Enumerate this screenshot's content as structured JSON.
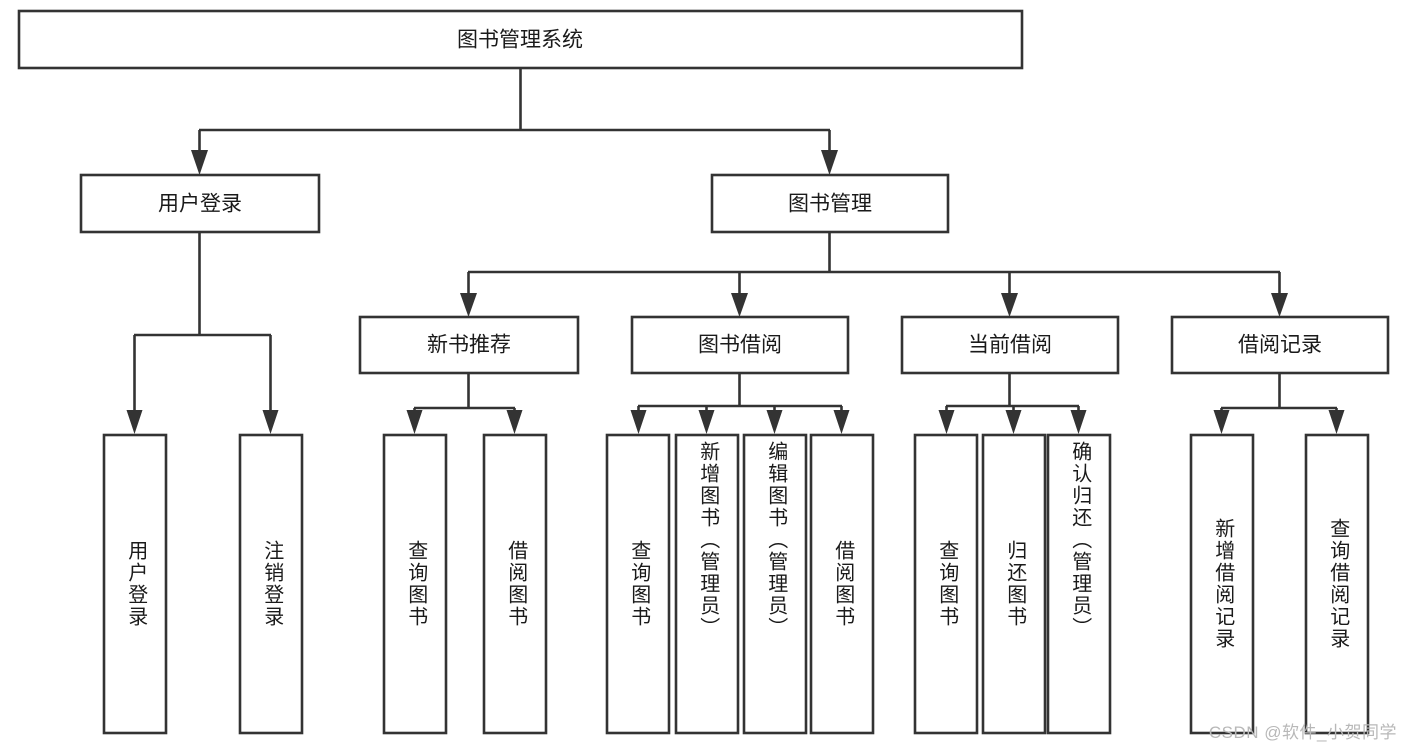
{
  "diagram": {
    "title": "图书管理系统",
    "type": "tree-hierarchy-diagram",
    "watermark": "CSDN @软件_小贺同学",
    "colors": {
      "background": "#ffffff",
      "box_fill": "#ffffff",
      "box_stroke": "#333333",
      "text": "#1a1a1a",
      "connector": "#333333",
      "watermark": "#b8b8b8"
    },
    "nodes": {
      "root": {
        "label": "图书管理系统",
        "level": 1,
        "orientation": "horizontal"
      },
      "l2": [
        {
          "id": "user-login",
          "label": "用户登录",
          "level": 2,
          "orientation": "horizontal"
        },
        {
          "id": "book-manage",
          "label": "图书管理",
          "level": 2,
          "orientation": "horizontal"
        }
      ],
      "l3": [
        {
          "id": "new-book-recommend",
          "label": "新书推荐",
          "level": 3,
          "orientation": "horizontal",
          "parent": "book-manage"
        },
        {
          "id": "book-borrow",
          "label": "图书借阅",
          "level": 3,
          "orientation": "horizontal",
          "parent": "book-manage"
        },
        {
          "id": "current-borrow",
          "label": "当前借阅",
          "level": 3,
          "orientation": "horizontal",
          "parent": "book-manage"
        },
        {
          "id": "borrow-record",
          "label": "借阅记录",
          "level": 3,
          "orientation": "horizontal",
          "parent": "book-manage"
        }
      ],
      "leaves": [
        {
          "id": "leaf-user-login",
          "label": "用户登录",
          "parent": "user-login"
        },
        {
          "id": "leaf-logout-login",
          "label": "注销登录",
          "parent": "user-login"
        },
        {
          "id": "leaf-query-book-1",
          "label": "查询图书",
          "parent": "new-book-recommend"
        },
        {
          "id": "leaf-borrow-book-1",
          "label": "借阅图书",
          "parent": "new-book-recommend"
        },
        {
          "id": "leaf-query-book-2",
          "label": "查询图书",
          "parent": "book-borrow"
        },
        {
          "id": "leaf-add-book",
          "label": "新增图书（管理员）",
          "parent": "book-borrow"
        },
        {
          "id": "leaf-edit-book",
          "label": "编辑图书（管理员）",
          "parent": "book-borrow"
        },
        {
          "id": "leaf-borrow-book-2",
          "label": "借阅图书",
          "parent": "book-borrow"
        },
        {
          "id": "leaf-query-book-3",
          "label": "查询图书",
          "parent": "current-borrow"
        },
        {
          "id": "leaf-return-book",
          "label": "归还图书",
          "parent": "current-borrow"
        },
        {
          "id": "leaf-confirm-return",
          "label": "确认归还（管理员）",
          "parent": "current-borrow"
        },
        {
          "id": "leaf-add-record",
          "label": "新增借阅记录",
          "parent": "borrow-record"
        },
        {
          "id": "leaf-query-record",
          "label": "查询借阅记录",
          "parent": "borrow-record"
        }
      ]
    }
  }
}
